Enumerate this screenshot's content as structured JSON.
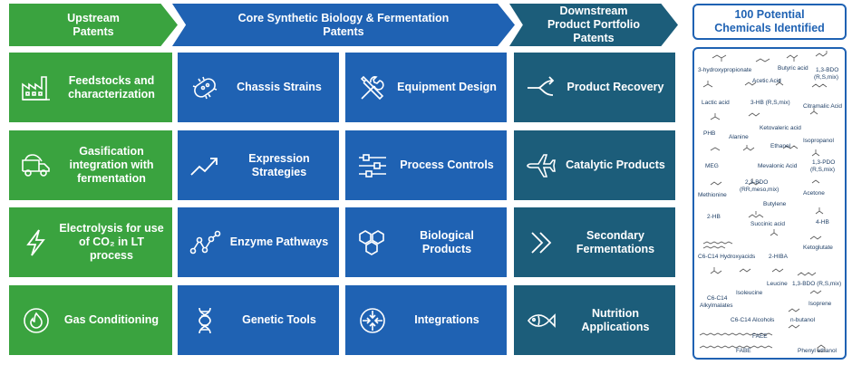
{
  "headers": {
    "upstream": [
      "Upstream",
      "Patents"
    ],
    "core": [
      "Core Synthetic Biology & Fermentation",
      "Patents"
    ],
    "downstream": [
      "Downstream",
      "Product Portfolio",
      "Patents"
    ],
    "chemicals": [
      "100 Potential",
      "Chemicals Identified"
    ]
  },
  "upstream": [
    {
      "label": "Feedstocks and characterization",
      "icon": "factory-icon"
    },
    {
      "label": "Gasification integration with fermentation",
      "icon": "truck-icon"
    },
    {
      "label": "Electrolysis for use of CO₂ in LT process",
      "icon": "lightning-icon"
    },
    {
      "label": "Gas Conditioning",
      "icon": "flame-icon"
    }
  ],
  "core_left": [
    {
      "label": "Chassis Strains",
      "icon": "bacteria-icon"
    },
    {
      "label": "Expression Strategies",
      "icon": "trend-up-icon"
    },
    {
      "label": "Enzyme Pathways",
      "icon": "network-icon"
    },
    {
      "label": "Genetic Tools",
      "icon": "dna-icon"
    }
  ],
  "core_right": [
    {
      "label": "Equipment Design",
      "icon": "tools-icon"
    },
    {
      "label": "Process Controls",
      "icon": "sliders-icon"
    },
    {
      "label": "Biological Products",
      "icon": "hexagons-icon"
    },
    {
      "label": "Integrations",
      "icon": "merge-arrows-icon"
    }
  ],
  "downstream": [
    {
      "label": "Product Recovery",
      "icon": "split-arrow-icon"
    },
    {
      "label": "Catalytic Products",
      "icon": "airplane-icon"
    },
    {
      "label": "Secondary Fermentations",
      "icon": "double-chevron-icon"
    },
    {
      "label": "Nutrition Applications",
      "icon": "fish-icon"
    }
  ],
  "chemicals": {
    "c1": "3-hydroxypropionate",
    "c2": "Butyric acid",
    "c3": "1,3-BDO",
    "c4": "(R,S,mix)",
    "c5": "Acetic Acid",
    "c6": "Lactic acid",
    "c7": "3-HB (R,S,mix)",
    "c8": "Citramalic Acid",
    "c9": "Ketovaleric acid",
    "c10": "PHB",
    "c11": "Alanine",
    "c12": "Ethanol",
    "c13": "Isopropanol",
    "c14": "MEG",
    "c15": "Mevalonic Acid",
    "c16": "1,3-PDO",
    "c17": "(R,S,mix)",
    "c18": "2,3-BDO",
    "c19": "(RR,meso,mix)",
    "c20": "Methionine",
    "c21": "Acetone",
    "c22": "Butylene",
    "c23": "2-HB",
    "c24": "Succinic acid",
    "c25": "4-HB",
    "c26": "C6-C14 Hydroxyacids",
    "c27": "2-HIBA",
    "c28": "Ketoglutate",
    "c29": "1,3-BDO (R,S,mix)",
    "c30": "Leucine",
    "c31": "Isoleucine",
    "c32": "C6-C14",
    "c33": "Alkylmalates",
    "c34": "Isoprene",
    "c35": "C6-C14 Alcohols",
    "c36": "n-butanol",
    "c37": "FAEE",
    "c38": "FABE",
    "c39": "Phenyl ethanol"
  }
}
